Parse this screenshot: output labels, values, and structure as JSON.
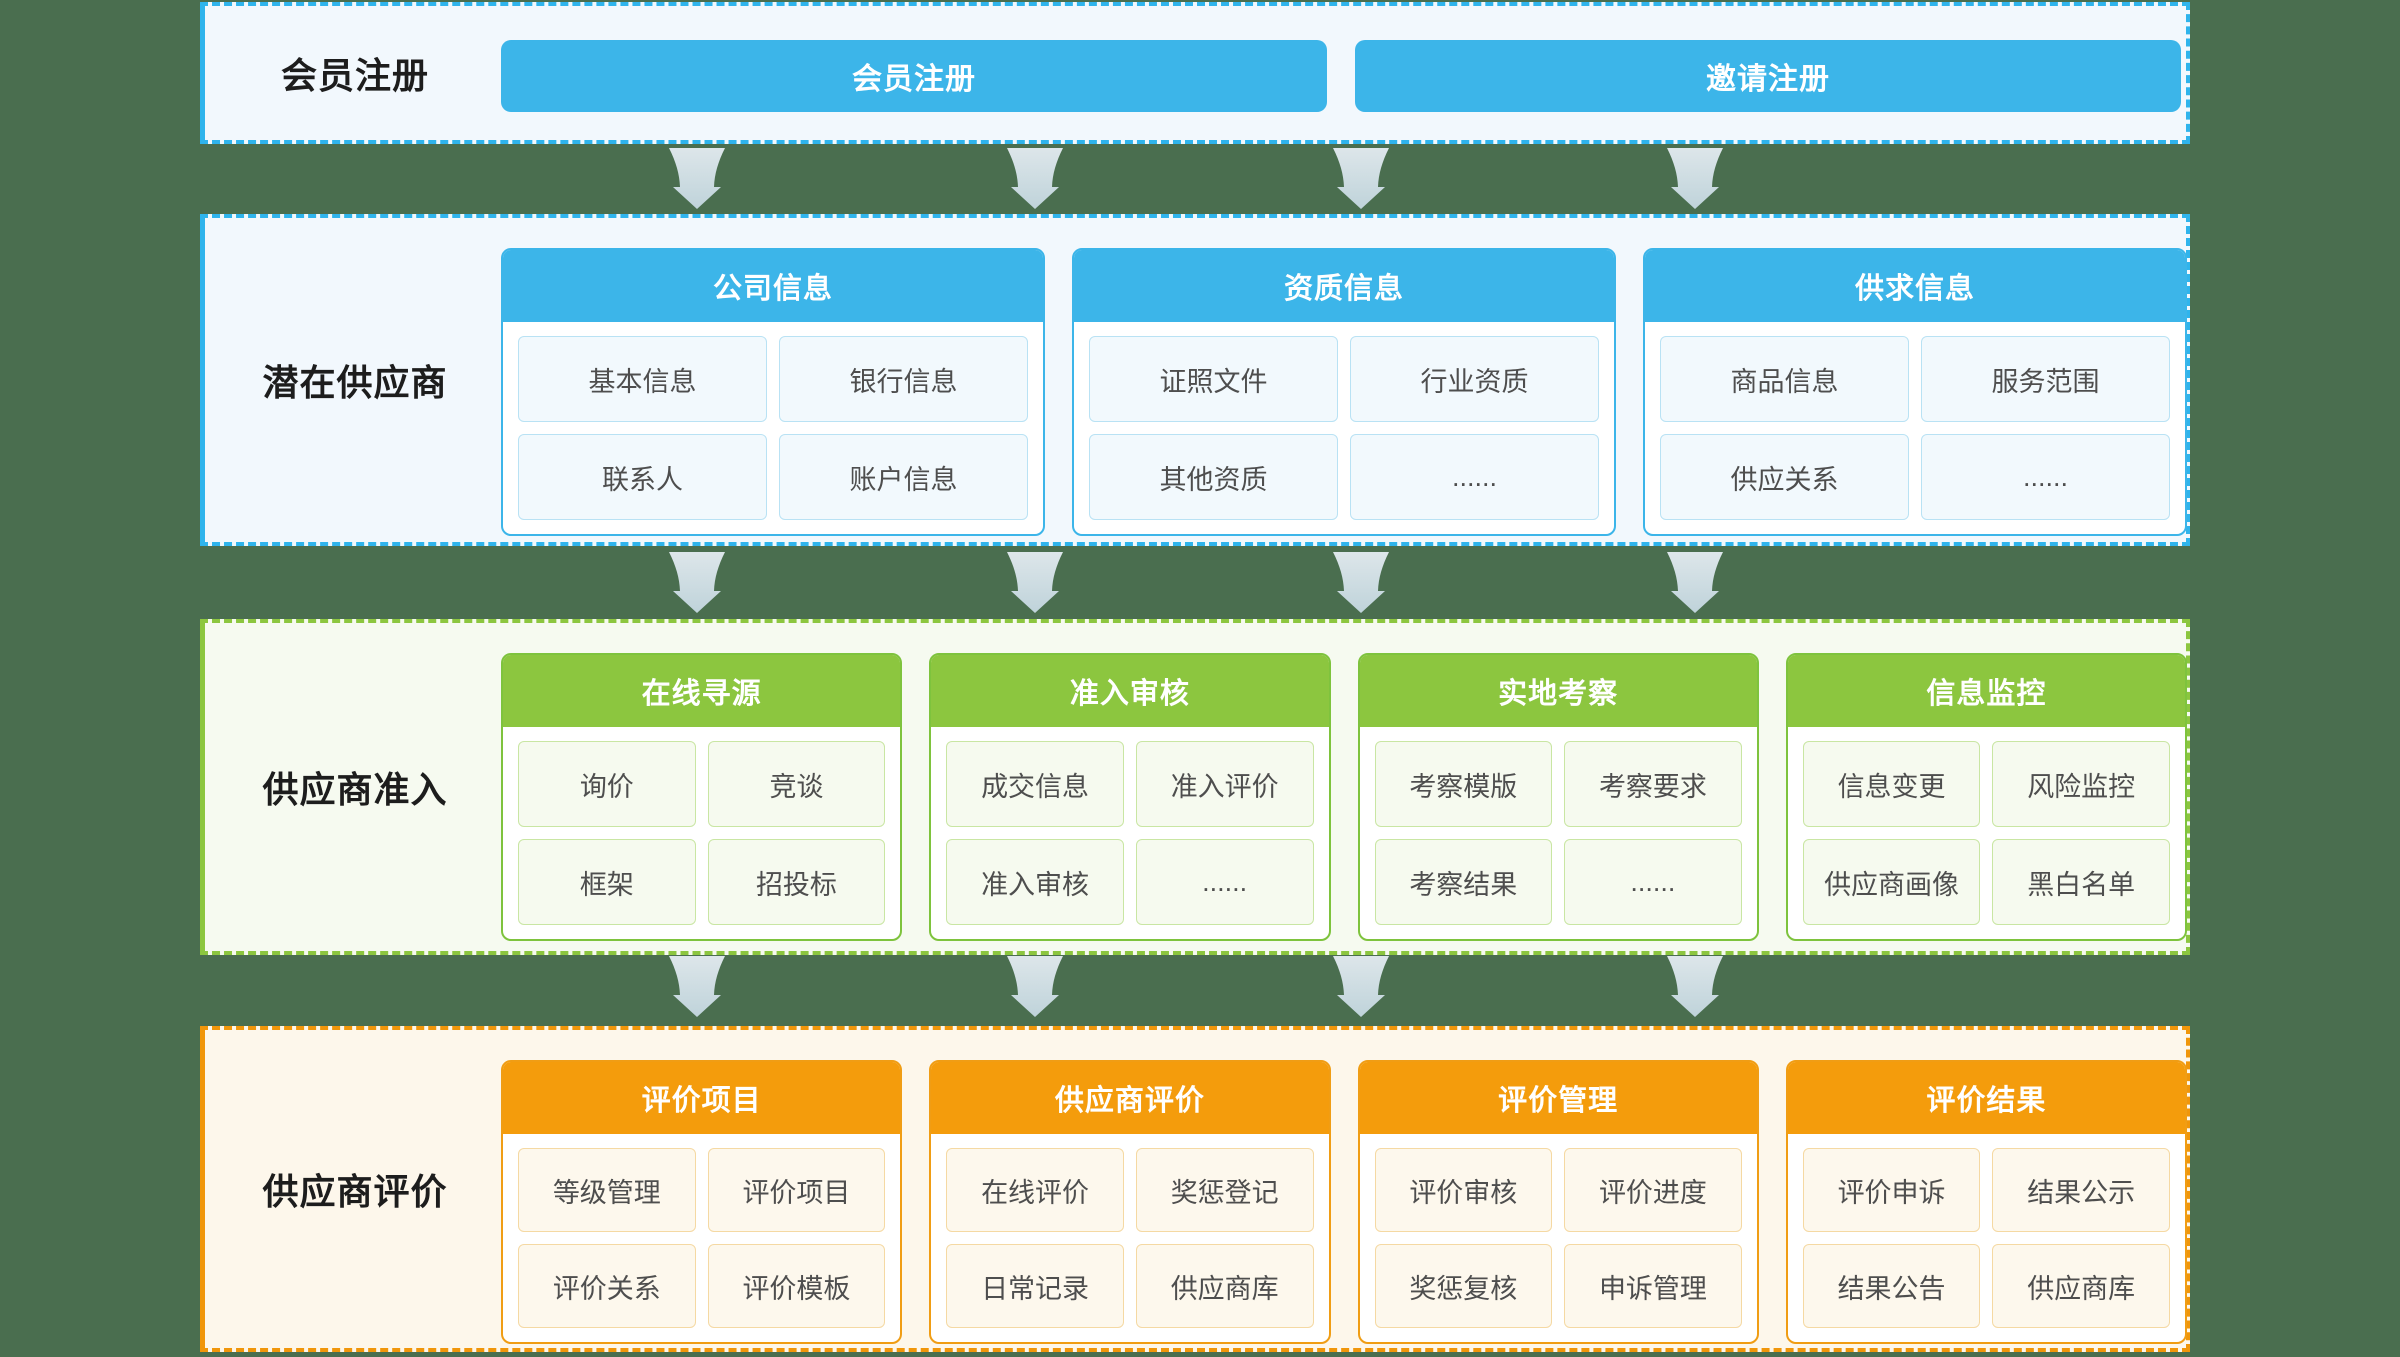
{
  "sections": [
    {
      "label": "会员注册",
      "buttons": [
        "会员注册",
        "邀请注册"
      ]
    },
    {
      "label": "潜在供应商",
      "cards": [
        {
          "title": "公司信息",
          "cells": [
            "基本信息",
            "银行信息",
            "联系人",
            "账户信息"
          ]
        },
        {
          "title": "资质信息",
          "cells": [
            "证照文件",
            "行业资质",
            "其他资质",
            "......"
          ]
        },
        {
          "title": "供求信息",
          "cells": [
            "商品信息",
            "服务范围",
            "供应关系",
            "......"
          ]
        }
      ]
    },
    {
      "label": "供应商准入",
      "cards": [
        {
          "title": "在线寻源",
          "cells": [
            "询价",
            "竞谈",
            "框架",
            "招投标"
          ]
        },
        {
          "title": "准入审核",
          "cells": [
            "成交信息",
            "准入评价",
            "准入审核",
            "......"
          ]
        },
        {
          "title": "实地考察",
          "cells": [
            "考察模版",
            "考察要求",
            "考察结果",
            "......"
          ]
        },
        {
          "title": "信息监控",
          "cells": [
            "信息变更",
            "风险监控",
            "供应商画像",
            "黑白名单"
          ]
        }
      ]
    },
    {
      "label": "供应商评价",
      "cards": [
        {
          "title": "评价项目",
          "cells": [
            "等级管理",
            "评价项目",
            "评价关系",
            "评价模板"
          ]
        },
        {
          "title": "供应商评价",
          "cells": [
            "在线评价",
            "奖惩登记",
            "日常记录",
            "供应商库"
          ]
        },
        {
          "title": "评价管理",
          "cells": [
            "评价审核",
            "评价进度",
            "奖惩复核",
            "申诉管理"
          ]
        },
        {
          "title": "评价结果",
          "cells": [
            "评价申诉",
            "结果公示",
            "结果公告",
            "供应商库"
          ]
        }
      ]
    }
  ],
  "colors": {
    "page_background": "#4a6e4f",
    "blue_accent": "#3cb5e9",
    "green_accent": "#8cc63f",
    "orange_accent": "#f49c0c",
    "blue_panel_bg": "#f2f8fd",
    "green_panel_bg": "#f6faf0",
    "orange_panel_bg": "#fdf7eb",
    "arrow_fill": "#cddbe0",
    "cell_text": "#4e4e4e"
  },
  "icons": {
    "flow_arrow": "down-funnel-arrow"
  }
}
